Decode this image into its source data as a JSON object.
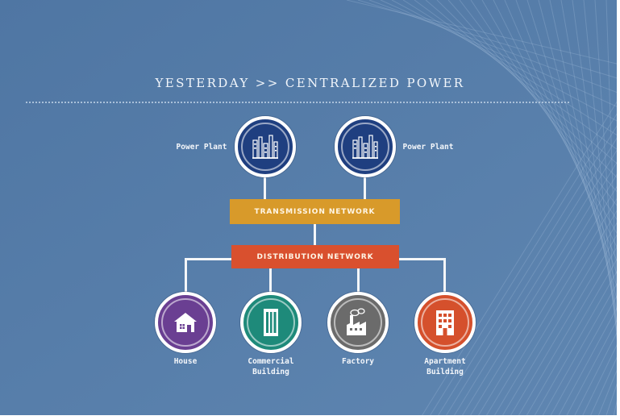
{
  "title": "YESTERDAY >> CENTRALIZED POWER",
  "colors": {
    "background": "#5a7ea8",
    "power_plant": "#1f3f80",
    "transmission": "#d89a2a",
    "distribution": "#d9502e",
    "house": "#6a3f92",
    "commercial": "#1e8a7a",
    "factory": "#6b6b6b",
    "apartment": "#d5502c"
  },
  "nodes": {
    "plant_left": {
      "label": "Power Plant",
      "icon": "power-plant-icon"
    },
    "plant_right": {
      "label": "Power Plant",
      "icon": "power-plant-icon"
    },
    "house": {
      "label": "House",
      "icon": "house-icon"
    },
    "commercial": {
      "label_line1": "Commercial",
      "label_line2": "Building",
      "icon": "commercial-building-icon"
    },
    "factory": {
      "label": "Factory",
      "icon": "factory-icon"
    },
    "apartment": {
      "label_line1": "Apartment",
      "label_line2": "Building",
      "icon": "apartment-building-icon"
    }
  },
  "bars": {
    "transmission": "TRANSMISSION NETWORK",
    "distribution": "DISTRIBUTION NETWORK"
  }
}
